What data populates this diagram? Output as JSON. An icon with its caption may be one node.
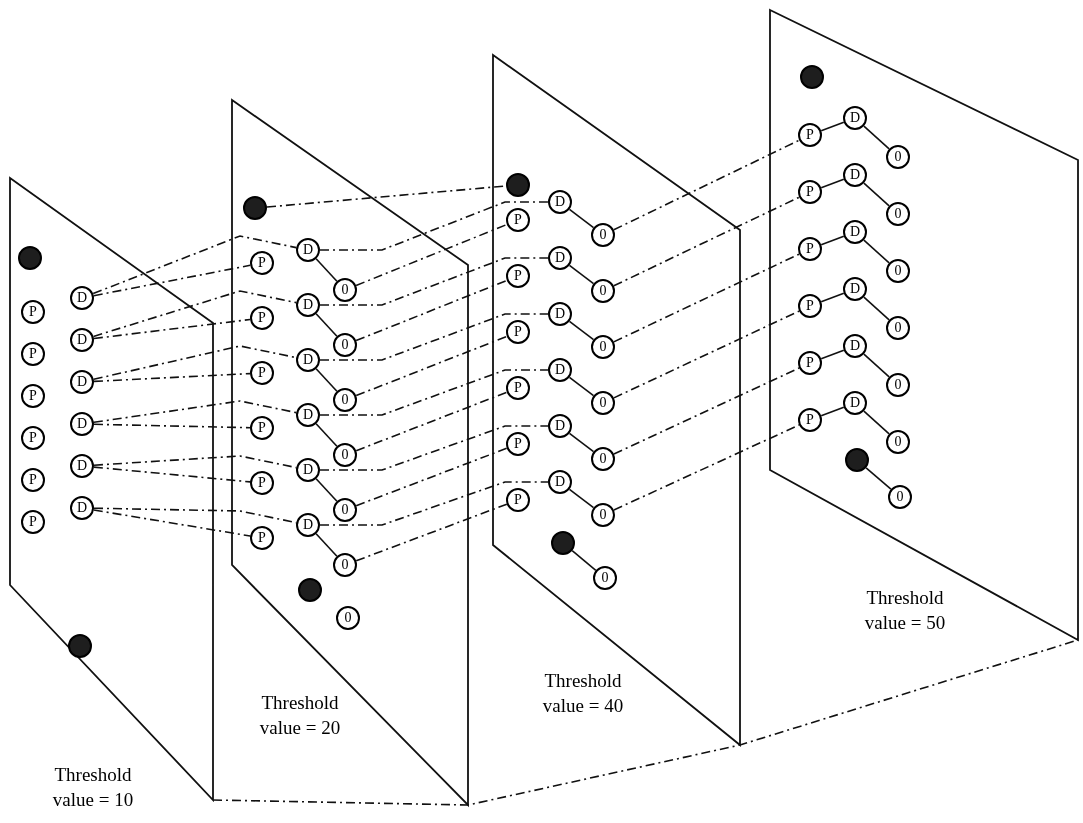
{
  "diagram": {
    "nodes": [
      {
        "text": [
          "Threshold value = 10"
        ]
      },
      {
        "text": [],
        "shape": "circle",
        "in": 0
      },
      {
        "text": [
          "P"
        ],
        "in": 0
      },
      {
        "text": [
          "D"
        ],
        "in": 0
      },
      {
        "text": [
          "P"
        ],
        "in": 0
      },
      {
        "text": [
          "D"
        ],
        "in": 0
      },
      {
        "text": [
          "P"
        ],
        "in": 0
      },
      {
        "text": [
          "D"
        ],
        "in": 0
      },
      {
        "text": [
          "P"
        ],
        "in": 0
      },
      {
        "text": [
          "D"
        ],
        "in": 0
      },
      {
        "text": [
          "P"
        ],
        "in": 0
      },
      {
        "text": [
          "D"
        ],
        "in": 0
      },
      {
        "text": [
          "P"
        ],
        "in": 0
      },
      {
        "text": [
          "D"
        ],
        "in": 0
      },
      {
        "text": [],
        "shape": "circle",
        "in": 0
      },
      {
        "text": [
          "Threshold value = 20"
        ]
      },
      {
        "text": [],
        "shape": "circle",
        "in": 15
      },
      {
        "text": [
          "P"
        ],
        "in": 15
      },
      {
        "text": [
          "D"
        ],
        "in": 15
      },
      {
        "text": [
          "0"
        ],
        "in": 15
      },
      {
        "text": [
          "P"
        ],
        "in": 15
      },
      {
        "text": [
          "D"
        ],
        "in": 15
      },
      {
        "text": [
          "0"
        ],
        "in": 15
      },
      {
        "text": [
          "P"
        ],
        "in": 15
      },
      {
        "text": [
          "D"
        ],
        "in": 15
      },
      {
        "text": [
          "0"
        ],
        "in": 15
      },
      {
        "text": [
          "P"
        ],
        "in": 15
      },
      {
        "text": [
          "D"
        ],
        "in": 15
      },
      {
        "text": [
          "0"
        ],
        "in": 15
      },
      {
        "text": [
          "P"
        ],
        "in": 15
      },
      {
        "text": [
          "D"
        ],
        "in": 15
      },
      {
        "text": [
          "0"
        ],
        "in": 15
      },
      {
        "text": [
          "P"
        ],
        "in": 15
      },
      {
        "text": [
          "D"
        ],
        "in": 15
      },
      {
        "text": [
          "0"
        ],
        "in": 15
      },
      {
        "text": [],
        "shape": "circle",
        "in": 15
      },
      {
        "text": [
          "0"
        ],
        "in": 15
      },
      {
        "text": [
          "Threshold value = 40"
        ]
      },
      {
        "text": [],
        "shape": "circle",
        "in": 37
      },
      {
        "text": [
          "P"
        ],
        "in": 37
      },
      {
        "text": [
          "D"
        ],
        "in": 37
      },
      {
        "text": [
          "0"
        ],
        "in": 37
      },
      {
        "text": [
          "P"
        ],
        "in": 37
      },
      {
        "text": [
          "D"
        ],
        "in": 37
      },
      {
        "text": [
          "0"
        ],
        "in": 37
      },
      {
        "text": [
          "P"
        ],
        "in": 37
      },
      {
        "text": [
          "D"
        ],
        "in": 37
      },
      {
        "text": [
          "0"
        ],
        "in": 37
      },
      {
        "text": [
          "P"
        ],
        "in": 37
      },
      {
        "text": [
          "D"
        ],
        "in": 37
      },
      {
        "text": [
          "0"
        ],
        "in": 37
      },
      {
        "text": [
          "P"
        ],
        "in": 37
      },
      {
        "text": [
          "D"
        ],
        "in": 37
      },
      {
        "text": [
          "0"
        ],
        "in": 37
      },
      {
        "text": [
          "P"
        ],
        "in": 37
      },
      {
        "text": [
          "D"
        ],
        "in": 37
      },
      {
        "text": [
          "0"
        ],
        "in": 37
      },
      {
        "text": [],
        "shape": "circle",
        "in": 37
      },
      {
        "text": [
          "0"
        ],
        "in": 37
      },
      {
        "text": [
          "Threshold value = 50"
        ]
      },
      {
        "text": [],
        "shape": "circle",
        "in": 59
      },
      {
        "text": [
          "P"
        ],
        "in": 59
      },
      {
        "text": [
          "D"
        ],
        "in": 59
      },
      {
        "text": [
          "0"
        ],
        "in": 59
      },
      {
        "text": [
          "P"
        ],
        "in": 59
      },
      {
        "text": [
          "D"
        ],
        "in": 59
      },
      {
        "text": [
          "0"
        ],
        "in": 59
      },
      {
        "text": [
          "P"
        ],
        "in": 59
      },
      {
        "text": [
          "D"
        ],
        "in": 59
      },
      {
        "text": [
          "0"
        ],
        "in": 59
      },
      {
        "text": [
          "P"
        ],
        "in": 59
      },
      {
        "text": [
          "D"
        ],
        "in": 59
      },
      {
        "text": [
          "0"
        ],
        "in": 59
      },
      {
        "text": [
          "P"
        ],
        "in": 59
      },
      {
        "text": [
          "D"
        ],
        "in": 59
      },
      {
        "text": [
          "0"
        ],
        "in": 59
      },
      {
        "text": [
          "P"
        ],
        "in": 59
      },
      {
        "text": [
          "D"
        ],
        "in": 59
      },
      {
        "text": [
          "0"
        ],
        "in": 59
      },
      {
        "text": [],
        "shape": "circle",
        "in": 59
      },
      {
        "text": [
          "0"
        ],
        "in": 59
      }
    ],
    "edges": [
      {
        "from": 3,
        "to": 18,
        "arrow": "none",
        "style": "dashed"
      },
      {
        "from": 5,
        "to": 21,
        "arrow": "none",
        "style": "dashed"
      },
      {
        "from": 7,
        "to": 24,
        "arrow": "none",
        "style": "dashed"
      },
      {
        "from": 9,
        "to": 27,
        "arrow": "none",
        "style": "dashed"
      },
      {
        "from": 11,
        "to": 30,
        "arrow": "none",
        "style": "dashed"
      },
      {
        "from": 13,
        "to": 33,
        "arrow": "none",
        "style": "dashed"
      },
      {
        "from": 3,
        "to": 17,
        "arrow": "none",
        "style": "dashed"
      },
      {
        "from": 5,
        "to": 20,
        "arrow": "none",
        "style": "dashed"
      },
      {
        "from": 7,
        "to": 23,
        "arrow": "none",
        "style": "dashed"
      },
      {
        "from": 9,
        "to": 26,
        "arrow": "none",
        "style": "dashed"
      },
      {
        "from": 11,
        "to": 29,
        "arrow": "none",
        "style": "dashed"
      },
      {
        "from": 13,
        "to": 32,
        "arrow": "none",
        "style": "dashed"
      },
      {
        "from": 18,
        "to": 19,
        "arrow": "none"
      },
      {
        "from": 21,
        "to": 22,
        "arrow": "none"
      },
      {
        "from": 24,
        "to": 25,
        "arrow": "none"
      },
      {
        "from": 27,
        "to": 28,
        "arrow": "none"
      },
      {
        "from": 30,
        "to": 31,
        "arrow": "none"
      },
      {
        "from": 33,
        "to": 34,
        "arrow": "none"
      },
      {
        "from": 18,
        "to": 40,
        "arrow": "none",
        "style": "dashed"
      },
      {
        "from": 21,
        "to": 43,
        "arrow": "none",
        "style": "dashed"
      },
      {
        "from": 24,
        "to": 46,
        "arrow": "none",
        "style": "dashed"
      },
      {
        "from": 27,
        "to": 49,
        "arrow": "none",
        "style": "dashed"
      },
      {
        "from": 30,
        "to": 52,
        "arrow": "none",
        "style": "dashed"
      },
      {
        "from": 33,
        "to": 55,
        "arrow": "none",
        "style": "dashed"
      },
      {
        "from": 19,
        "to": 39,
        "arrow": "none",
        "style": "dashed"
      },
      {
        "from": 22,
        "to": 42,
        "arrow": "none",
        "style": "dashed"
      },
      {
        "from": 25,
        "to": 45,
        "arrow": "none",
        "style": "dashed"
      },
      {
        "from": 28,
        "to": 48,
        "arrow": "none",
        "style": "dashed"
      },
      {
        "from": 31,
        "to": 51,
        "arrow": "none",
        "style": "dashed"
      },
      {
        "from": 34,
        "to": 54,
        "arrow": "none",
        "style": "dashed"
      },
      {
        "from": 40,
        "to": 41,
        "arrow": "none"
      },
      {
        "from": 43,
        "to": 44,
        "arrow": "none"
      },
      {
        "from": 46,
        "to": 47,
        "arrow": "none"
      },
      {
        "from": 49,
        "to": 50,
        "arrow": "none"
      },
      {
        "from": 52,
        "to": 53,
        "arrow": "none"
      },
      {
        "from": 55,
        "to": 56,
        "arrow": "none"
      },
      {
        "from": 41,
        "to": 61,
        "arrow": "none",
        "style": "dashed"
      },
      {
        "from": 44,
        "to": 64,
        "arrow": "none",
        "style": "dashed"
      },
      {
        "from": 47,
        "to": 67,
        "arrow": "none",
        "style": "dashed"
      },
      {
        "from": 50,
        "to": 70,
        "arrow": "none",
        "style": "dashed"
      },
      {
        "from": 53,
        "to": 73,
        "arrow": "none",
        "style": "dashed"
      },
      {
        "from": 56,
        "to": 76,
        "arrow": "none",
        "style": "dashed"
      },
      {
        "from": 61,
        "to": 62,
        "arrow": "none"
      },
      {
        "from": 64,
        "to": 65,
        "arrow": "none"
      },
      {
        "from": 67,
        "to": 68,
        "arrow": "none"
      },
      {
        "from": 70,
        "to": 71,
        "arrow": "none"
      },
      {
        "from": 73,
        "to": 74,
        "arrow": "none"
      },
      {
        "from": 76,
        "to": 77,
        "arrow": "none"
      },
      {
        "from": 62,
        "to": 63,
        "arrow": "none"
      },
      {
        "from": 65,
        "to": 66,
        "arrow": "none"
      },
      {
        "from": 68,
        "to": 69,
        "arrow": "none"
      },
      {
        "from": 71,
        "to": 72,
        "arrow": "none"
      },
      {
        "from": 74,
        "to": 75,
        "arrow": "none"
      },
      {
        "from": 77,
        "to": 78,
        "arrow": "none"
      },
      {
        "from": 57,
        "to": 58,
        "arrow": "none"
      },
      {
        "from": 79,
        "to": 80,
        "arrow": "none"
      },
      {
        "from": 16,
        "to": 38,
        "arrow": "none",
        "style": "dashed"
      }
    ]
  }
}
